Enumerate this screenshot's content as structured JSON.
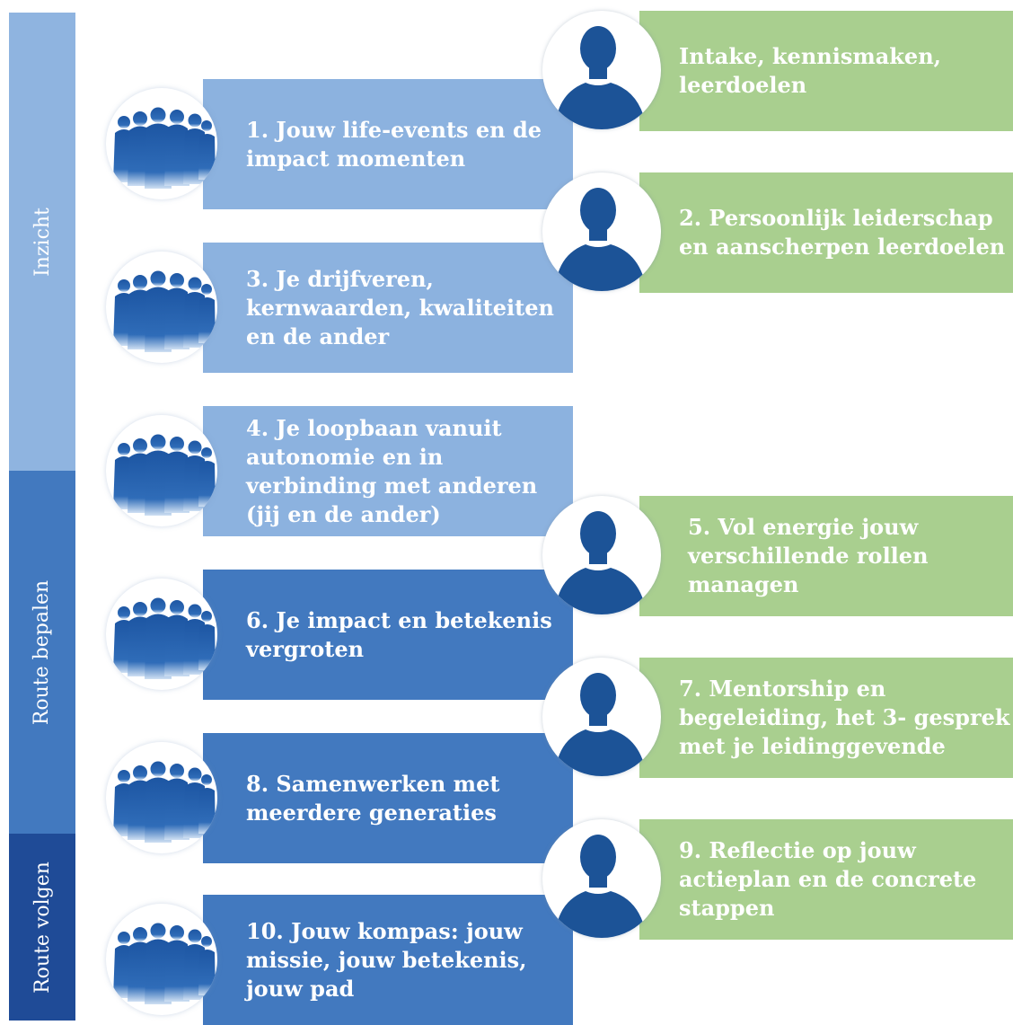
{
  "phases": {
    "inzicht": "Inzicht",
    "route_bepalen": "Route bepalen",
    "route_volgen": "Route volgen"
  },
  "steps": {
    "intake": "Intake, kennismaken,\nleerdoelen",
    "s1": "1. Jouw life-events en de\nimpact momenten",
    "s2": "2. Persoonlijk leiderschap\nen aanscherpen leerdoelen",
    "s3": "3. Je drijfveren,\nkernwaarden, kwaliteiten\nen de ander",
    "s4": "4. Je loopbaan vanuit\nautonomie  en in\nverbinding met anderen\n(jij en de ander)",
    "s5": "5. Vol energie jouw\nverschillende rollen\nmanagen",
    "s6": "6. Je impact en betekenis\nvergroten",
    "s7": "7. Mentorship en\nbegeleiding, het 3- gesprek\nmet je leidinggevende",
    "s8": "8. Samenwerken met\nmeerdere generaties",
    "s9": "9. Reflectie op jouw\nactieplan en de concrete\nstappen",
    "s10": "10. Jouw kompas: jouw\nmissie, jouw betekenis,\njouw pad"
  },
  "icons": {
    "group": "group-icon",
    "person": "person-icon"
  },
  "colors": {
    "inzicht": "#8fb4e0",
    "route_bepalen": "#4279bf",
    "route_volgen": "#1f4b97",
    "group_box_light": "#8cb2df",
    "group_box_dark": "#4279bf",
    "individual_box": "#a9cf8f"
  }
}
